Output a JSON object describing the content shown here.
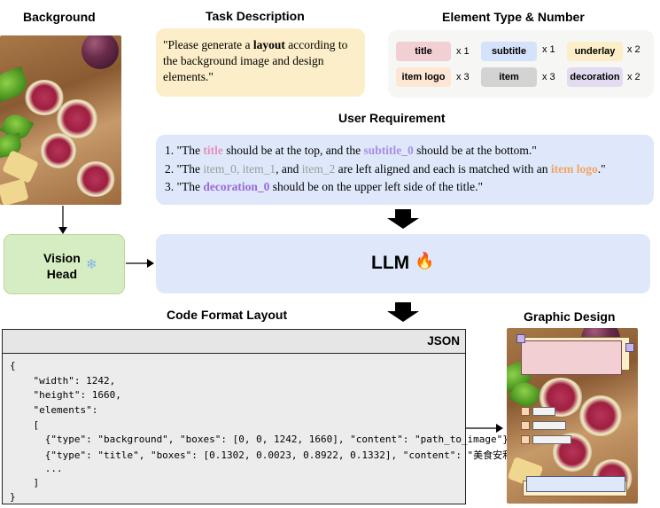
{
  "headers": {
    "background": "Background",
    "task_description": "Task Description",
    "element_type_number": "Element Type & Number",
    "user_requirement": "User Requirement",
    "code_format_layout": "Code Format Layout",
    "graphic_design": "Graphic Design"
  },
  "task": {
    "prefix": "\"Please generate a ",
    "bold": "layout",
    "suffix": " according to the background image and design elements.\""
  },
  "elements": [
    {
      "label": "title",
      "count": "x 1",
      "color": "#f1cfd3"
    },
    {
      "label": "subtitle",
      "count": "x 1",
      "color": "#d5e2fb"
    },
    {
      "label": "underlay",
      "count": "x 2",
      "color": "#fbeec8"
    },
    {
      "label": "item logo",
      "count": "x 3",
      "color": "#fde6d3"
    },
    {
      "label": "item",
      "count": "x 3",
      "color": "#d3d3d3"
    },
    {
      "label": "decoration",
      "count": "x 2",
      "color": "#e3dbef"
    }
  ],
  "requirements": {
    "r1": {
      "num": "1. ",
      "a": "\"The ",
      "b": "title",
      "c": " should be at the top, and the ",
      "d": "subtitle_0",
      "e": " should be at the bottom.\""
    },
    "r2": {
      "num": "2. ",
      "a": "\"The ",
      "b": "item_0",
      "c": ", ",
      "d": "item_1",
      "e": ", and ",
      "f": "item_2",
      "g": " are left aligned and each is matched with an ",
      "h": "item logo",
      "i": ".\""
    },
    "r3": {
      "num": "3. ",
      "a": "\"The ",
      "b": "decoration_0",
      "c": " should be on the upper left side of the title.\""
    }
  },
  "vision_head": {
    "line1": "Vision",
    "line2": "Head",
    "icon": "snowflake-icon",
    "glyph": "❄"
  },
  "llm": {
    "label": "LLM",
    "icon": "fire-icon",
    "glyph": "🔥"
  },
  "code": {
    "badge": "JSON",
    "lines": [
      "{",
      "    \"width\": 1242,",
      "    \"height\": 1660,",
      "    \"elements\":",
      "    [",
      "      {\"type\": \"background\", \"boxes\": [0, 0, 1242, 1660], \"content\": \"path_to_image\"},",
      "      {\"type\": \"title\", \"boxes\": [0.1302, 0.0023, 0.8922, 0.1332], \"content\": \"美食安利\"},",
      "      ...",
      "    ]",
      "}"
    ]
  },
  "colors": {
    "title_pink": "#e58fbd",
    "subtitle_purple": "#a98de3",
    "item_gray": "#9a9a9a",
    "item_logo_orange": "#f0a560",
    "decoration_purple": "#9a6bd6"
  }
}
